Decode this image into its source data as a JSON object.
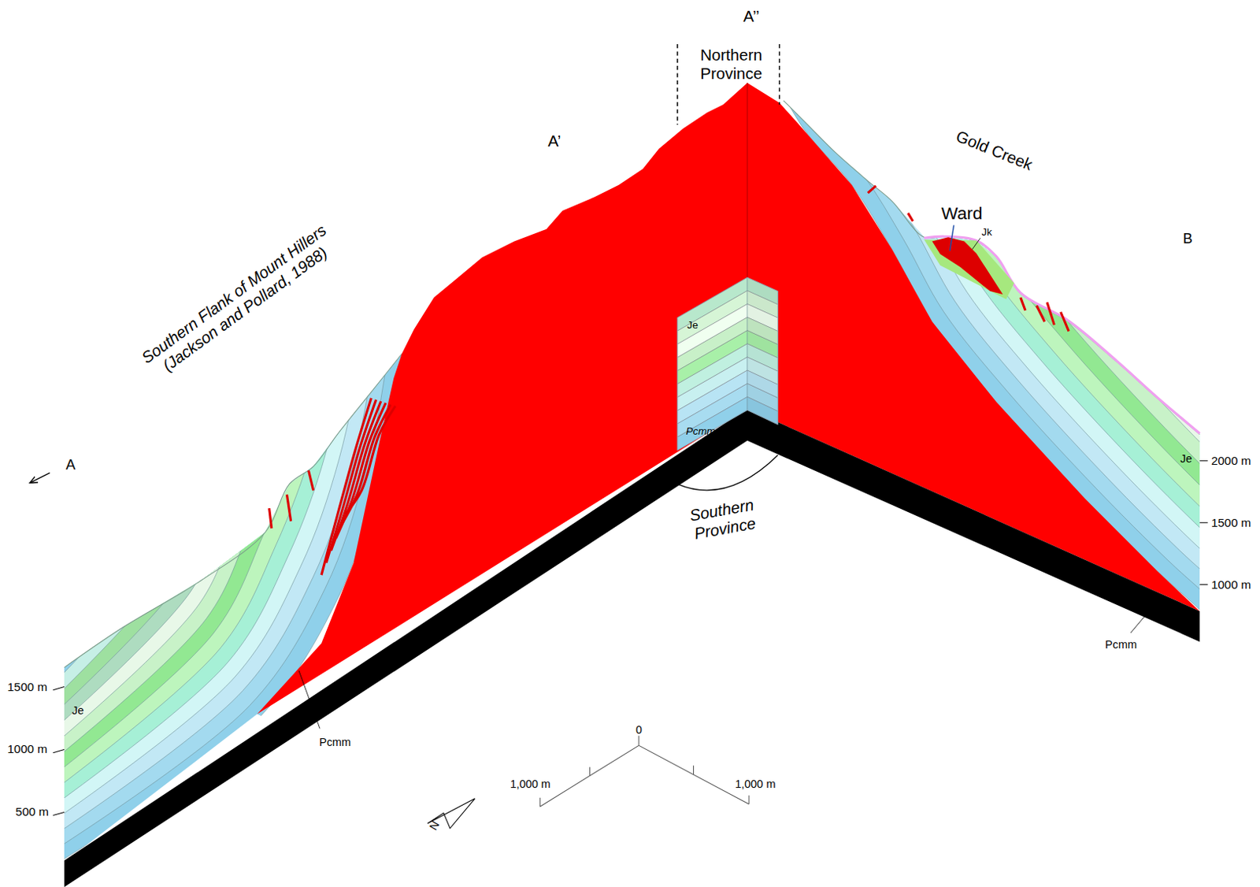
{
  "diagram": {
    "labels": [
      "A’’",
      "Northern Province",
      "A’",
      "Gold Creek",
      "Ward",
      "Jk",
      "B",
      "Southern Flank of Mount Hillers (Jackson and Pollard, 1988)",
      "A",
      "Je",
      "Pcmm",
      "Southern Province",
      "2000 m",
      "1500 m",
      "1000 m",
      "Je",
      "Pcmm",
      "1500 m",
      "Je",
      "1000 m",
      "500 m",
      "Pcmm",
      "0",
      "1,000 m",
      "1,000 m",
      "N"
    ]
  }
}
